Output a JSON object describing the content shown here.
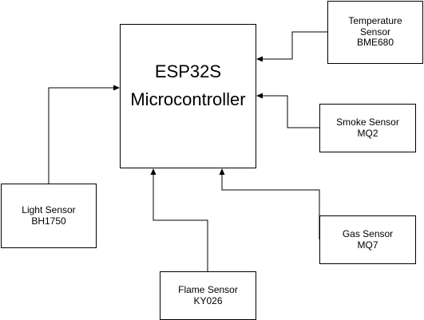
{
  "diagram": {
    "microcontroller": {
      "line1": "ESP32S",
      "line2": "Microcontroller"
    },
    "sensors": {
      "temperature": {
        "line1": "Temperature",
        "line2": "Sensor",
        "line3": "BME680"
      },
      "smoke": {
        "line1": "Smoke Sensor",
        "line2": "MQ2"
      },
      "gas": {
        "line1": "Gas Sensor",
        "line2": "MQ7"
      },
      "flame": {
        "line1": "Flame Sensor",
        "line2": "KY026"
      },
      "light": {
        "line1": "Light Sensor",
        "line2": "BH1750"
      }
    },
    "colors": {
      "stroke": "#000000",
      "background": "#ffffff"
    }
  }
}
